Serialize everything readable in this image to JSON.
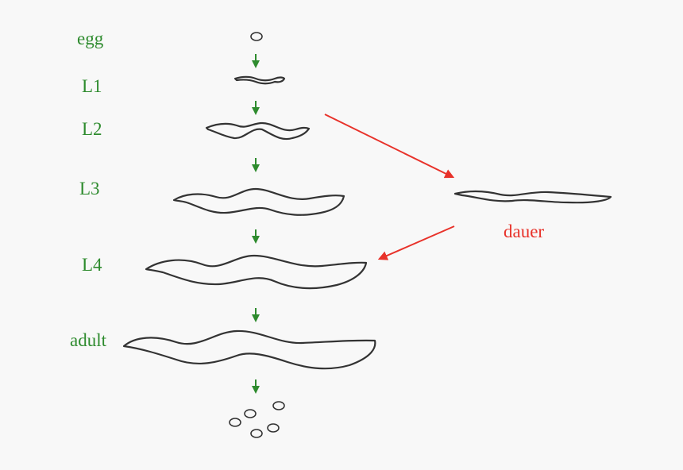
{
  "stages": {
    "egg": "egg",
    "l1": "L1",
    "l2": "L2",
    "l3": "L3",
    "l4": "L4",
    "adult": "adult"
  },
  "dauer": {
    "label": "dauer"
  },
  "colors": {
    "stage_label": "#2e8b2e",
    "dauer_label": "#e8322a",
    "worm_outline": "#333333",
    "background": "#f8f8f8"
  },
  "icons": {
    "egg": "egg-oval-icon",
    "worm": "nematode-worm-icon",
    "progression_arrow": "green-down-arrow-icon",
    "dauer_arrow": "red-diagonal-arrow-icon"
  }
}
